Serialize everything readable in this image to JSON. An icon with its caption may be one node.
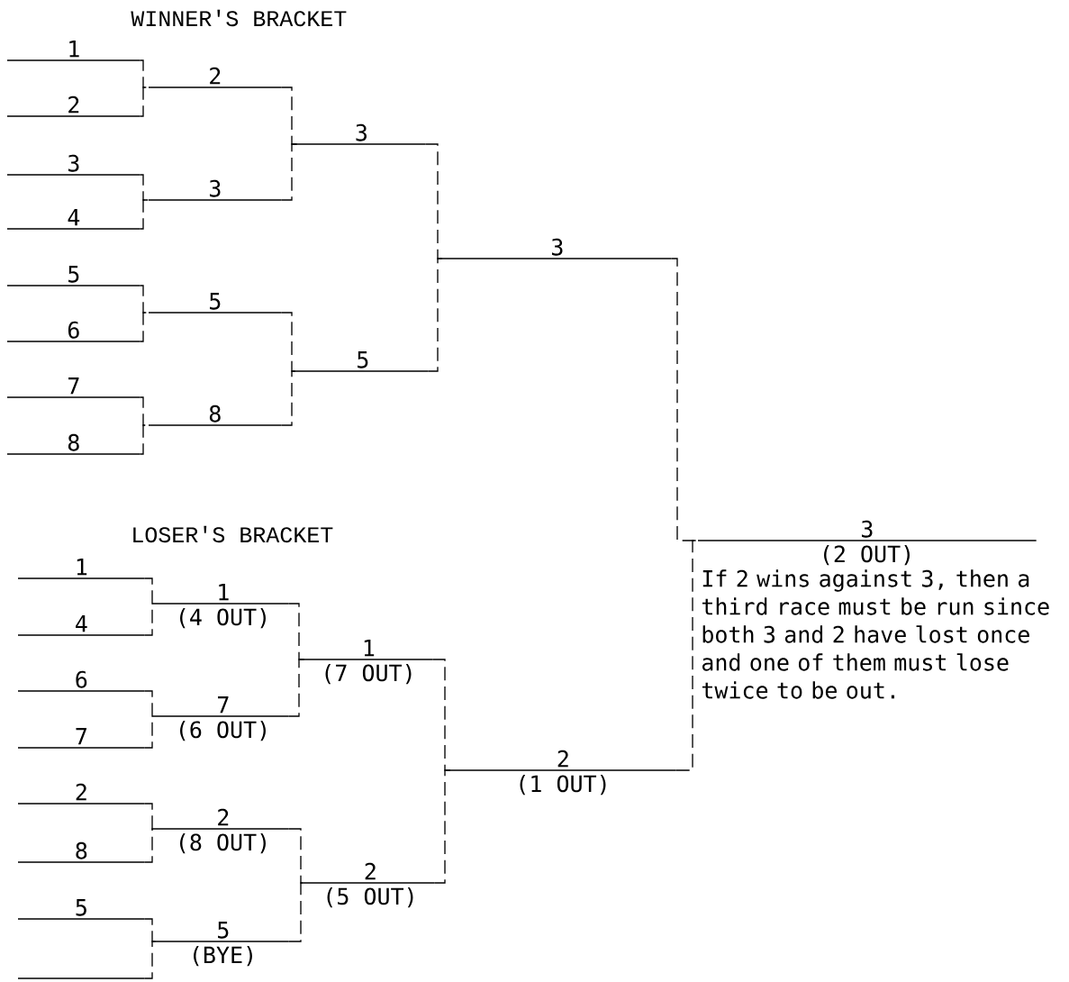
{
  "diagram": {
    "nodes": [
      {
        "text": [
          "1"
        ]
      },
      {
        "text": [
          "2"
        ]
      },
      {
        "text": [
          "3"
        ]
      },
      {
        "text": [
          "4"
        ]
      },
      {
        "text": [
          "5"
        ]
      },
      {
        "text": [
          "6"
        ]
      },
      {
        "text": [
          "7"
        ]
      },
      {
        "text": [
          "8"
        ]
      },
      {
        "text": [
          "2"
        ]
      },
      {
        "text": [
          "3"
        ]
      },
      {
        "text": [
          "5"
        ]
      },
      {
        "text": [
          "8"
        ]
      },
      {
        "text": [
          "3"
        ]
      },
      {
        "text": [
          "5"
        ]
      },
      {
        "text": [
          "3"
        ]
      },
      {
        "text": [
          "3"
        ],
        "beside": [
          "(2 OUT)"
        ]
      },
      {
        "text": [
          "1"
        ]
      },
      {
        "text": [
          "4"
        ]
      },
      {
        "text": [
          "6"
        ]
      },
      {
        "text": [
          "7"
        ]
      },
      {
        "text": [
          "2"
        ]
      },
      {
        "text": [
          "8"
        ]
      },
      {
        "text": [
          "5"
        ]
      },
      {
        "text": [],
        "shape": "bar"
      },
      {
        "text": [
          "1"
        ],
        "beside": [
          "(4 OUT)"
        ]
      },
      {
        "text": [
          "7"
        ],
        "beside": [
          "(6 OUT)"
        ]
      },
      {
        "text": [
          "2"
        ],
        "beside": [
          "(8 OUT)"
        ]
      },
      {
        "text": [
          "5"
        ],
        "beside": [
          "(BYE)"
        ]
      },
      {
        "text": [
          "1"
        ],
        "beside": [
          "(7 OUT)"
        ]
      },
      {
        "text": [
          "2"
        ],
        "beside": [
          "(5 OUT)"
        ]
      },
      {
        "text": [
          "2"
        ],
        "beside": [
          "(1 OUT)"
        ]
      }
    ],
    "edges": [
      {
        "from": 0,
        "to": 8,
        "arrow": "none"
      },
      {
        "from": 1,
        "to": 8,
        "arrow": "none"
      },
      {
        "from": 2,
        "to": 9,
        "arrow": "none"
      },
      {
        "from": 3,
        "to": 9,
        "arrow": "none"
      },
      {
        "from": 4,
        "to": 10,
        "arrow": "none"
      },
      {
        "from": 5,
        "to": 10,
        "arrow": "none"
      },
      {
        "from": 6,
        "to": 11,
        "arrow": "none"
      },
      {
        "from": 7,
        "to": 11,
        "arrow": "none"
      },
      {
        "from": 8,
        "to": 12,
        "arrow": "none"
      },
      {
        "from": 9,
        "to": 12,
        "arrow": "none"
      },
      {
        "from": 10,
        "to": 13,
        "arrow": "none"
      },
      {
        "from": 11,
        "to": 13,
        "arrow": "none"
      },
      {
        "from": 12,
        "to": 14,
        "arrow": "none"
      },
      {
        "from": 13,
        "to": 14,
        "arrow": "none"
      },
      {
        "from": 14,
        "to": 15,
        "arrow": "none"
      },
      {
        "from": 16,
        "to": 24,
        "arrow": "none"
      },
      {
        "from": 17,
        "to": 24,
        "arrow": "none"
      },
      {
        "from": 18,
        "to": 25,
        "arrow": "none"
      },
      {
        "from": 19,
        "to": 25,
        "arrow": "none"
      },
      {
        "from": 20,
        "to": 26,
        "arrow": "none"
      },
      {
        "from": 21,
        "to": 26,
        "arrow": "none"
      },
      {
        "from": 22,
        "to": 27,
        "arrow": "none"
      },
      {
        "from": 23,
        "to": 27,
        "arrow": "none"
      },
      {
        "from": 24,
        "to": 28,
        "arrow": "none"
      },
      {
        "from": 25,
        "to": 28,
        "arrow": "none"
      },
      {
        "from": 26,
        "to": 29,
        "arrow": "none"
      },
      {
        "from": 27,
        "to": 29,
        "arrow": "none"
      },
      {
        "from": 28,
        "to": 30,
        "arrow": "none"
      },
      {
        "from": 29,
        "to": 30,
        "arrow": "none"
      },
      {
        "from": 30,
        "to": 15,
        "arrow": "none"
      }
    ],
    "labels": [
      "WINNER'S BRACKET",
      "LOSER'S BRACKET",
      "If 2 wins against 3, then a third race must be run since both 3 and 2 have lost once and one of them must lose twice to be out."
    ]
  }
}
